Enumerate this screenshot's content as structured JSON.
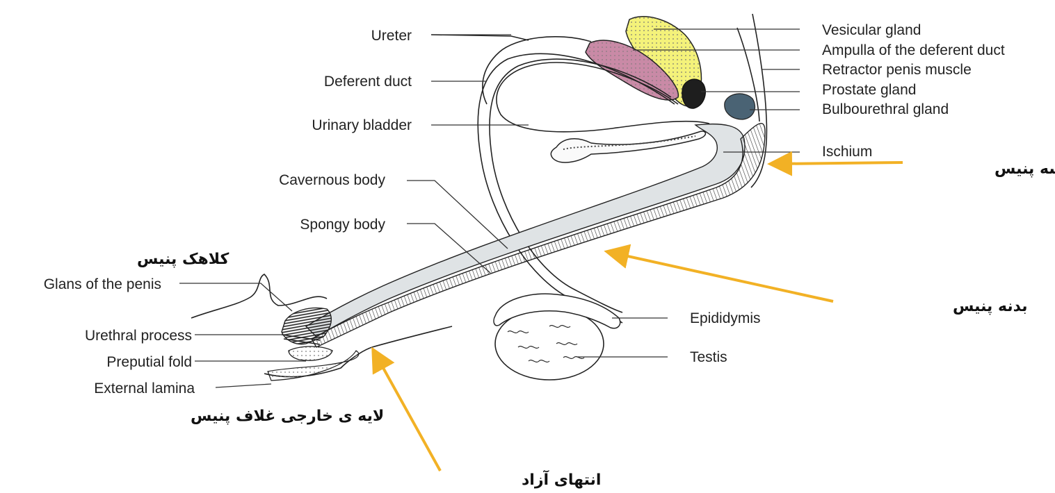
{
  "labels_left": {
    "ureter": "Ureter",
    "deferent_duct": "Deferent duct",
    "urinary_bladder": "Urinary bladder",
    "cavernous_body": "Cavernous body",
    "spongy_body": "Spongy body",
    "glans": "Glans of the penis",
    "urethral_process": "Urethral process",
    "preputial_fold": "Preputial fold",
    "external_lamina": "External lamina"
  },
  "labels_right": {
    "vesicular_gland": "Vesicular gland",
    "ampulla": "Ampulla of the deferent duct",
    "retractor": "Retractor penis muscle",
    "prostate": "Prostate gland",
    "bulbourethral": "Bulbourethral gland",
    "ischium": "Ischium",
    "epididymis": "Epididymis",
    "testis": "Testis"
  },
  "persian": {
    "root": "ریشه پنیس",
    "body": "بدنه پنیس",
    "free_end": "انتهای آزاد",
    "glans_cap": "کلاهک پنیس",
    "external_layer": "لایه ی خارجی غلاف پنیس"
  },
  "colors": {
    "vesicular": "#f4f27a",
    "ampulla": "#c98aa6",
    "prostate": "#1e1e1e",
    "bulbourethral": "#4a6374",
    "shaft": "#dfe3e5",
    "arrow": "#f2b125"
  }
}
